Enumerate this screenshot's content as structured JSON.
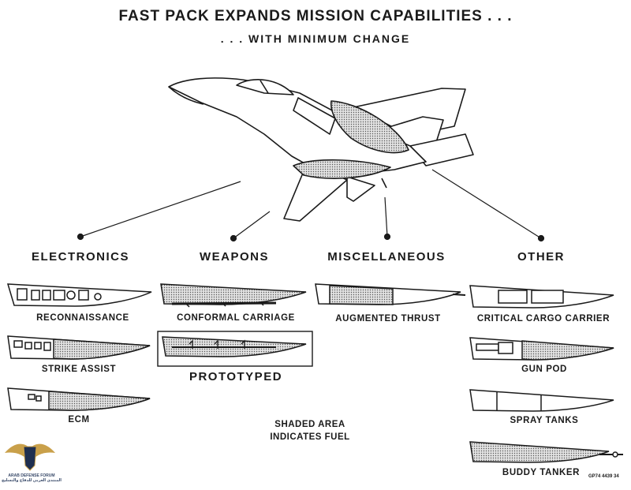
{
  "title": "FAST PACK EXPANDS MISSION CAPABILITIES . . .",
  "subtitle": ". . . WITH MINIMUM CHANGE",
  "categories": {
    "electronics": "ELECTRONICS",
    "weapons": "WEAPONS",
    "miscellaneous": "MISCELLANEOUS",
    "other": "OTHER"
  },
  "labels": {
    "reconnaissance": "RECONNAISSANCE",
    "strike_assist": "STRIKE ASSIST",
    "ecm": "ECM",
    "conformal_carriage": "CONFORMAL CARRIAGE",
    "prototyped": "PROTOTYPED",
    "augmented_thrust": "AUGMENTED THRUST",
    "critical_cargo": "CRITICAL CARGO CARRIER",
    "gun_pod": "GUN POD",
    "spray_tanks": "SPRAY TANKS",
    "buddy_tanker": "BUDDY TANKER"
  },
  "note_line1": "SHADED AREA",
  "note_line2": "INDICATES FUEL",
  "figure_code": "GP74 4439 34",
  "watermark": {
    "line1": "ARAB DEFENSE FORUM",
    "line2": "المنتدى العربي للدفاع والتسليح"
  },
  "colors": {
    "ink": "#1a1a1a",
    "fuel": "#c8c8c8"
  }
}
